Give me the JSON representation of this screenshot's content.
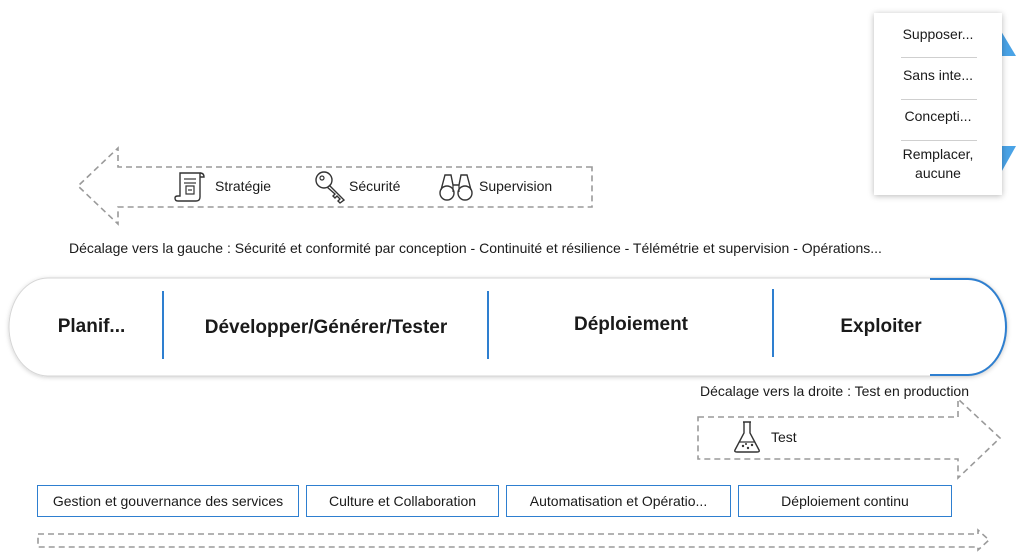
{
  "shift_left": {
    "items": [
      {
        "label": "Stratégie",
        "icon": "scroll-document-icon"
      },
      {
        "label": "Sécurité",
        "icon": "key-icon"
      },
      {
        "label": "Supervision",
        "icon": "binoculars-icon"
      }
    ],
    "caption": "Décalage vers la gauche : Sécurité et conformité par conception - Continuité et résilience - Télémétrie et supervision - Opérations..."
  },
  "phases": [
    "Planif...",
    "Développer/Générer/Tester",
    "Déploiement",
    "Exploiter"
  ],
  "shift_right": {
    "caption": "Décalage vers la droite : Test en production",
    "item": {
      "label": "Test",
      "icon": "flask-icon"
    }
  },
  "pillars": [
    "Gestion et gouvernance des services",
    "Culture et Collaboration",
    "Automatisation et Opératio...",
    "Déploiement continu"
  ],
  "menu": {
    "items": [
      "Supposer...",
      "Sans inte...",
      "Concepti...",
      "Remplacer, aucune"
    ]
  },
  "colors": {
    "accent_blue": "#2e7fd0",
    "dashed_gray": "#9a9a9a",
    "menu_tab_blue": "#4aa3e6"
  }
}
